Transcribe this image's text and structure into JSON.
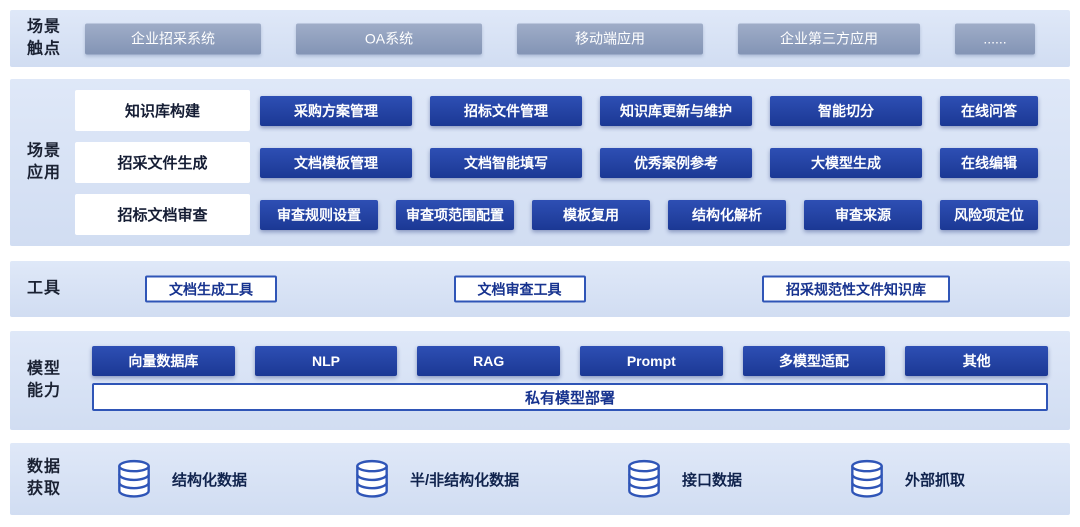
{
  "colors": {
    "band_background": "#d7e1f4",
    "touchpoint_button": "#8ea0c0",
    "dark_button": "#1e3d9f",
    "outline_border": "#2f55b7",
    "outline_text": "#17338f",
    "label_text": "#1b2233"
  },
  "icons": {
    "database": "database-cylinder"
  },
  "rows": {
    "touchpoints": {
      "label": "场景触点",
      "items": [
        "企业招采系统",
        "OA系统",
        "移动端应用",
        "企业第三方应用",
        "......"
      ]
    },
    "applications": {
      "label": "场景应用",
      "groups": [
        {
          "name": "知识库构建",
          "items": [
            "采购方案管理",
            "招标文件管理",
            "知识库更新与维护",
            "智能切分",
            "在线问答"
          ]
        },
        {
          "name": "招采文件生成",
          "items": [
            "文档模板管理",
            "文档智能填写",
            "优秀案例参考",
            "大模型生成",
            "在线编辑"
          ]
        },
        {
          "name": "招标文档审查",
          "items": [
            "审查规则设置",
            "审查项范围配置",
            "模板复用",
            "结构化解析",
            "审查来源",
            "风险项定位"
          ]
        }
      ]
    },
    "tools": {
      "label": "工具",
      "items": [
        "文档生成工具",
        "文档审查工具",
        "招采规范性文件知识库"
      ]
    },
    "model": {
      "label": "模型能力",
      "items": [
        "向量数据库",
        "NLP",
        "RAG",
        "Prompt",
        "多模型适配",
        "其他"
      ],
      "bottom": "私有模型部署"
    },
    "data": {
      "label": "数据获取",
      "items": [
        "结构化数据",
        "半/非结构化数据",
        "接口数据",
        "外部抓取"
      ]
    }
  }
}
